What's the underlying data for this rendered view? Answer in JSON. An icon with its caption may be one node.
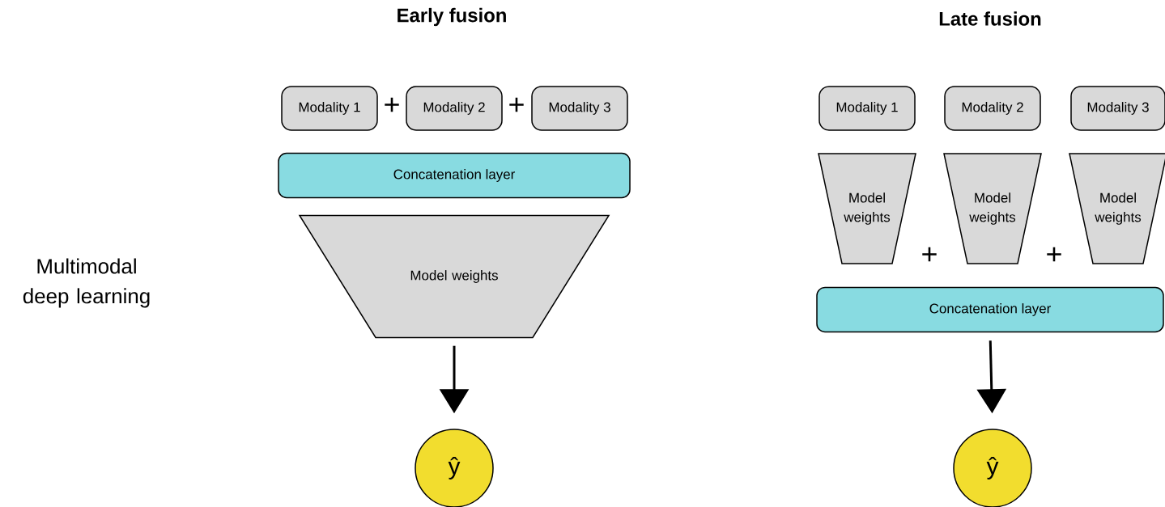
{
  "diagram": {
    "nodes": [
      {
        "text": [
          "Modality 1"
        ]
      },
      {
        "text": [
          "Modality 2"
        ]
      },
      {
        "text": [
          "Modality 3"
        ]
      },
      {
        "text": [
          "Concatenation layer"
        ]
      },
      {
        "text": [
          "Model weights"
        ]
      },
      {
        "text": [
          "ŷ"
        ]
      },
      {
        "text": [
          "Modality 1"
        ]
      },
      {
        "text": [
          "Modality 2"
        ]
      },
      {
        "text": [
          "Modality 3"
        ]
      },
      {
        "text": [
          "Model weights"
        ]
      },
      {
        "text": [
          "Model weights"
        ]
      },
      {
        "text": [
          "Model weights"
        ]
      },
      {
        "text": [
          "Concatenation layer"
        ]
      },
      {
        "text": [
          "ŷ"
        ]
      }
    ],
    "edges": [
      {
        "from": 4,
        "to": 5,
        "arrow": "to"
      },
      {
        "from": 12,
        "to": 13,
        "arrow": "to"
      }
    ],
    "labels": [
      "Early fusion",
      "Late fusion",
      "+",
      "+",
      "Multimodal deep learning",
      "+",
      "+"
    ]
  }
}
